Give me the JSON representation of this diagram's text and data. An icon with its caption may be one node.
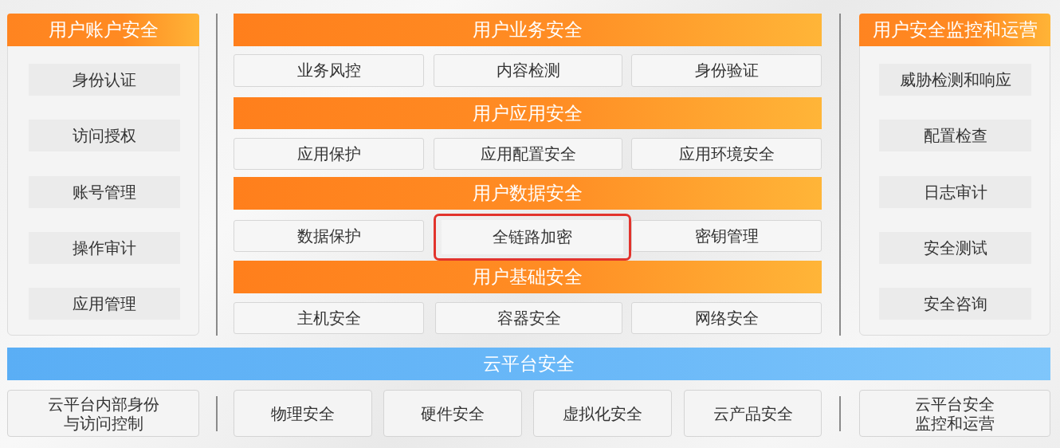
{
  "diagram": {
    "nodes": [
      {
        "text": [
          "用户账户安全"
        ]
      },
      {
        "text": [
          "身份认证"
        ],
        "in": 0
      },
      {
        "text": [
          "访问授权"
        ],
        "in": 0
      },
      {
        "text": [
          "账号管理"
        ],
        "in": 0
      },
      {
        "text": [
          "操作审计"
        ],
        "in": 0
      },
      {
        "text": [
          "应用管理"
        ],
        "in": 0
      },
      {
        "text": [
          "用户业务安全"
        ]
      },
      {
        "text": [
          "业务风控"
        ]
      },
      {
        "text": [
          "内容检测"
        ]
      },
      {
        "text": [
          "身份验证"
        ]
      },
      {
        "text": [
          "用户应用安全"
        ]
      },
      {
        "text": [
          "应用保护"
        ]
      },
      {
        "text": [
          "应用配置安全"
        ]
      },
      {
        "text": [
          "应用环境安全"
        ]
      },
      {
        "text": [
          "用户数据安全"
        ]
      },
      {
        "text": [
          "数据保护"
        ]
      },
      {
        "text": [
          "全链路加密"
        ]
      },
      {
        "text": [
          "密钥管理"
        ]
      },
      {
        "text": [
          "用户基础安全"
        ]
      },
      {
        "text": [
          "主机安全"
        ]
      },
      {
        "text": [
          "容器安全"
        ]
      },
      {
        "text": [
          "网络安全"
        ]
      },
      {
        "text": [
          "用户安全监控和运营"
        ]
      },
      {
        "text": [
          "威胁检测和响应"
        ],
        "in": 22
      },
      {
        "text": [
          "配置检查"
        ],
        "in": 22
      },
      {
        "text": [
          "日志审计"
        ],
        "in": 22
      },
      {
        "text": [
          "安全测试"
        ],
        "in": 22
      },
      {
        "text": [
          "安全咨询"
        ],
        "in": 22
      },
      {
        "text": [
          "云平台安全"
        ]
      },
      {
        "text": [
          "云平台内部身份与访问控制"
        ]
      },
      {
        "text": [
          "物理安全"
        ]
      },
      {
        "text": [
          "硬件安全"
        ]
      },
      {
        "text": [
          "虚拟化安全"
        ]
      },
      {
        "text": [
          "云产品安全"
        ]
      },
      {
        "text": [
          "云平台安全监控和运营"
        ]
      }
    ]
  }
}
